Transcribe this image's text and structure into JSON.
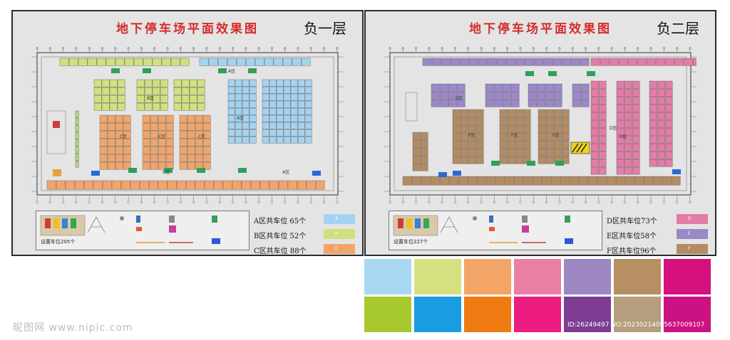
{
  "left_panel": {
    "title": "地下停车场平面效果图",
    "level": "负一层",
    "total": "设置车位205个",
    "zones": [
      {
        "text": "A区共车位 65个",
        "color": "#a3d3f0",
        "chip": "A"
      },
      {
        "text": "B区共车位 52个",
        "color": "#d2df7e",
        "chip": "B"
      },
      {
        "text": "C区共车位 88个",
        "color": "#f1a56b",
        "chip": "C"
      }
    ],
    "plan_labels": [
      "A区",
      "A区",
      "B区",
      "C区",
      "C区",
      "C区",
      "C区",
      "A区"
    ]
  },
  "right_panel": {
    "title": "地下停车场平面效果图",
    "level": "负二层",
    "total": "设置车位227个",
    "zones": [
      {
        "text": "D区共车位73个",
        "color": "#e37ca6",
        "chip": "D"
      },
      {
        "text": "E区共车位58个",
        "color": "#9c87c8",
        "chip": "E"
      },
      {
        "text": "F区共车位96个",
        "color": "#b38c63",
        "chip": "F"
      }
    ],
    "plan_labels": [
      "E区",
      "D区",
      "F区",
      "F区",
      "D区",
      "F区"
    ]
  },
  "swatches": {
    "row1": [
      "#a9d8f3",
      "#d6e07e",
      "#f2a567",
      "#ea7fa5",
      "#9d88c4",
      "#b68f62",
      "#d4117d"
    ],
    "row2": [
      "#a8c92e",
      "#1a9ce0",
      "#f07a12",
      "#ec1c80",
      "#7d3c92",
      "#b49e7e",
      "#cc1183"
    ]
  },
  "watermark": {
    "site": "昵图网 www.nipic.com",
    "id": "ID:26249497 NO:20230214095637009107"
  }
}
